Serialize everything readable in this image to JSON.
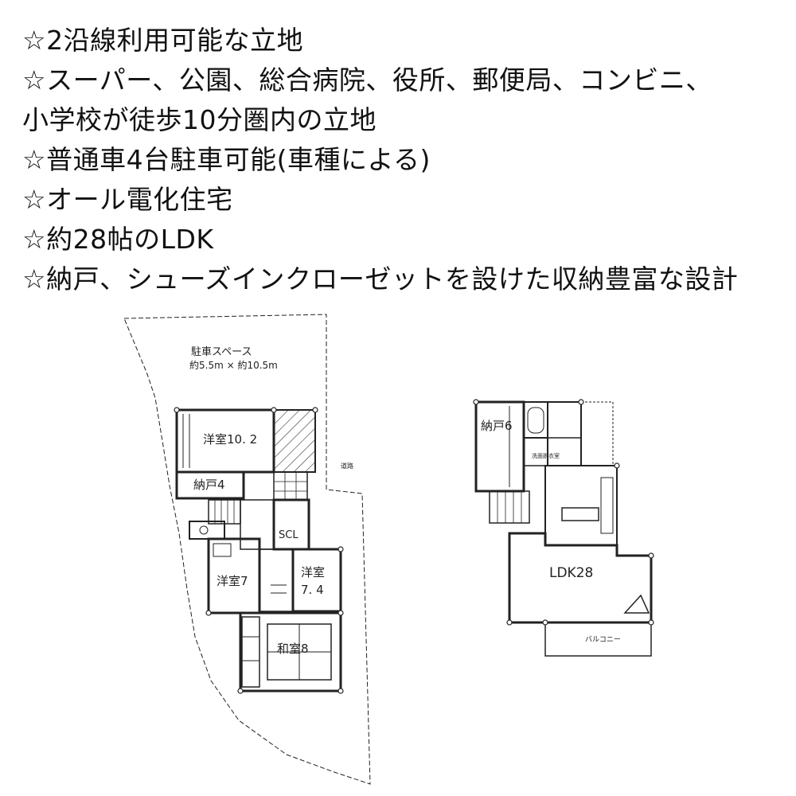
{
  "features": [
    "☆2沿線利用可能な立地",
    "☆スーパー、公園、総合病院、役所、郵便局、コンビニ、",
    "小学校が徒歩10分圏内の立地",
    "☆普通車4台駐車可能(車種による)",
    "☆オール電化住宅",
    "☆約28帖のLDK",
    "☆納戸、シューズインクローゼットを設けた収納豊富な設計"
  ],
  "floor1": {
    "parking_label": "駐車スペース",
    "parking_size": "約5.5m × 約10.5m",
    "rooms": {
      "western_10": "洋室10. 2",
      "storage_4": "納戸4",
      "scl": "SCL",
      "western_7": "洋室7",
      "western_74_a": "洋室",
      "western_74_b": "7. 4",
      "japanese_8": "和室8"
    },
    "road_label": "道路"
  },
  "floor2": {
    "rooms": {
      "storage_6": "納戸6",
      "ldk": "LDK28",
      "balcony": "バルコニー",
      "washroom": "洗面脱衣室"
    }
  },
  "colors": {
    "line": "#222222",
    "hatch": "#333333",
    "background": "#ffffff"
  }
}
